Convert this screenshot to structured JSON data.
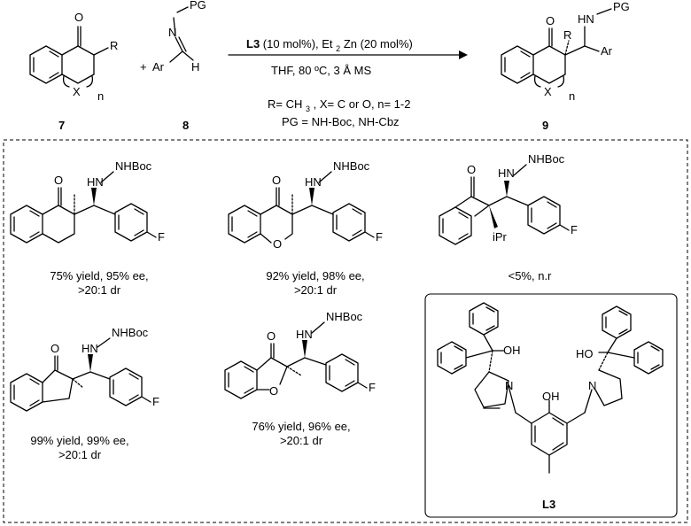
{
  "scheme": {
    "reactant1": {
      "number": "7",
      "R": "R",
      "X": "X",
      "n": "n"
    },
    "reactant2": {
      "number": "8",
      "PG": "PG",
      "N": "N",
      "Ar": "Ar",
      "H": "H"
    },
    "plus": "+",
    "product": {
      "number": "9",
      "R": "R",
      "HN": "HN",
      "PG": "PG",
      "Ar": "Ar",
      "X": "X",
      "n": "n"
    },
    "conditions": {
      "ligand": "L3",
      "ligand_loading": "(10 mol%), Et",
      "zn_part": "Zn (20 mol%)",
      "zn_sub": "2",
      "line2": "THF, 80 ºC, 3 Å MS"
    },
    "notes": {
      "line1": "R= CH",
      "line1_sub": "3",
      "line1_rest": ",  X= C or O, n= 1-2",
      "line2": "PG = NH-Boc, NH-Cbz"
    }
  },
  "examples": [
    {
      "result_line1": "75% yield, 95% ee,",
      "result_line2": ">20:1 dr",
      "O": "O",
      "NHBoc": "NHBoc",
      "HN": "HN",
      "F": "F"
    },
    {
      "result_line1": "92% yield, 98% ee,",
      "result_line2": ">20:1 dr",
      "O": "O",
      "ring_O": "O",
      "NHBoc": "NHBoc",
      "HN": "HN",
      "F": "F"
    },
    {
      "result_line1": "<5%, n.r",
      "O": "O",
      "NHBoc": "NHBoc",
      "HN": "HN",
      "iPr": "iPr",
      "F": "F"
    },
    {
      "result_line1": "99% yield, 99% ee,",
      "result_line2": ">20:1 dr",
      "O": "O",
      "NHBoc": "NHBoc",
      "HN": "HN",
      "F": "F"
    },
    {
      "result_line1": "76% yield, 96% ee,",
      "result_line2": ">20:1 dr",
      "O": "O",
      "ring_O": "O",
      "NHBoc": "NHBoc",
      "HN": "HN",
      "F": "F"
    }
  ],
  "ligand": {
    "label": "L3",
    "OH_left": "OH",
    "HO_right": "HO",
    "OH_center": "OH",
    "N_left": "N",
    "N_right": "N"
  }
}
